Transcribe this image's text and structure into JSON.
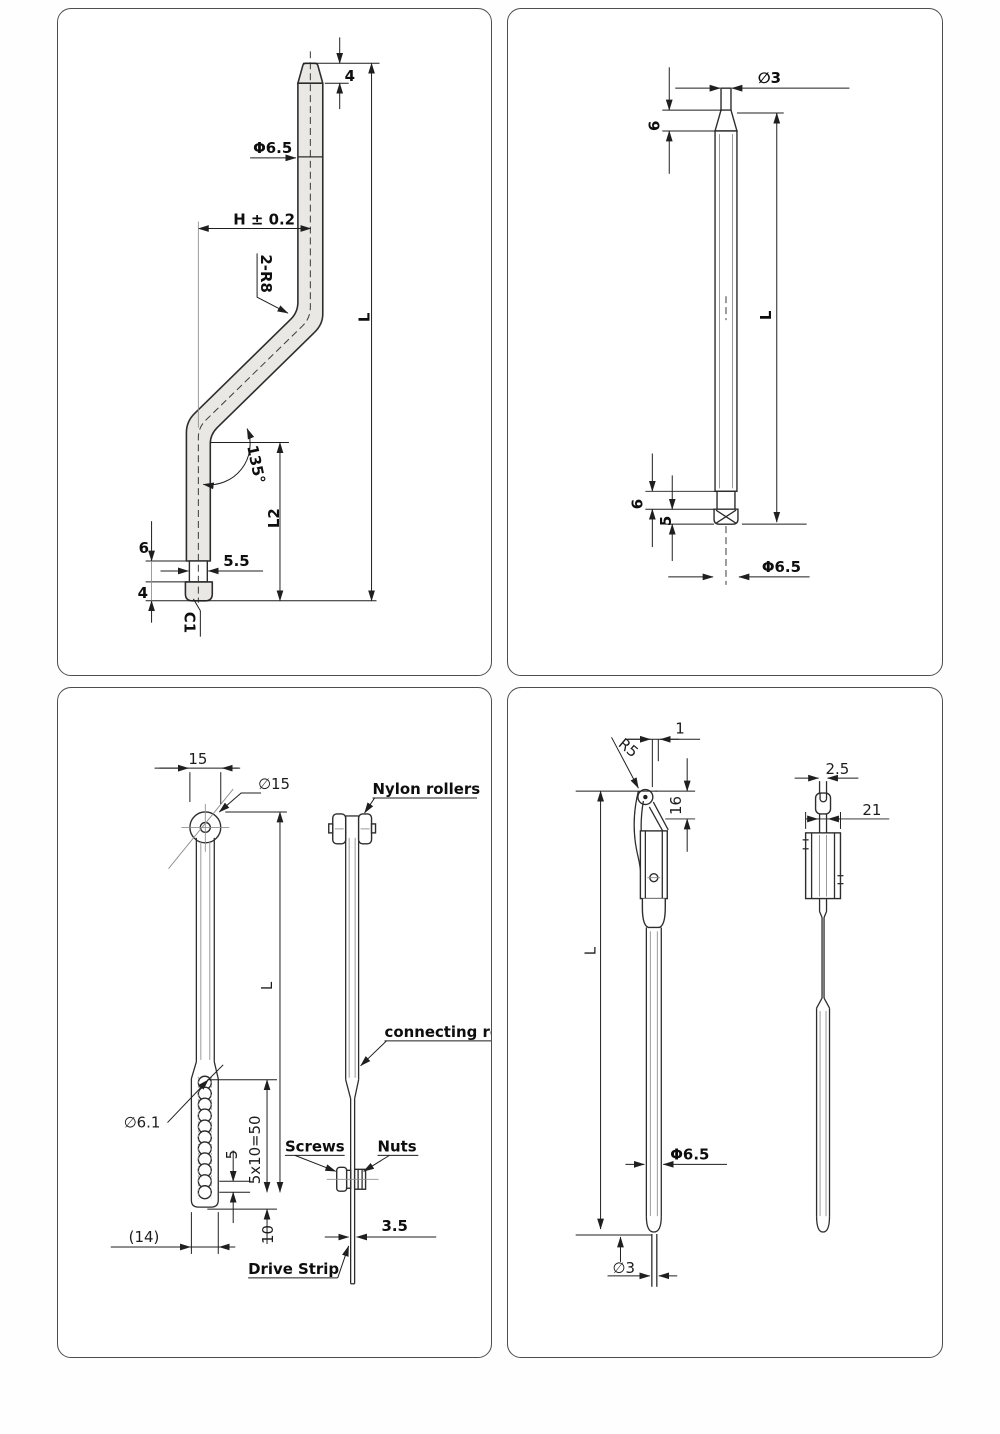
{
  "p1": {
    "tip_h": "4",
    "dia": "Φ6.5",
    "offset": "H ± 0.2",
    "bend_radius": "2-R8",
    "angle": "135°",
    "length": "L",
    "length2": "L2",
    "groove_h": "6",
    "groove_dia": "5.5",
    "cap_h": "4",
    "chamfer": "C1"
  },
  "p2": {
    "tip_dia": "∅3",
    "tip_len": "6",
    "length": "L",
    "neck_len": "6",
    "cap_len": "5",
    "dia": "Φ6.5"
  },
  "p3": {
    "head_w": "15",
    "head_dia": "∅15",
    "nylon_rollers": "Nylon rollers",
    "length": "L",
    "connecting_rod": "connecting rod",
    "hole_dia": "∅6.1",
    "hole_pitch": "5",
    "hole_span": "5x10=50",
    "tail": "10",
    "flat_w": "(14)",
    "screws": "Screws",
    "nuts": "Nuts",
    "strip_t": "3.5",
    "drive_strip": "Drive Strip"
  },
  "p4": {
    "tip_gap": "1",
    "head_radius": "R5",
    "head_len": "16",
    "length": "L",
    "dia": "Φ6.5",
    "pin_dia": "∅3",
    "pin2_dia": "2.5",
    "sleeve_len": "21"
  }
}
